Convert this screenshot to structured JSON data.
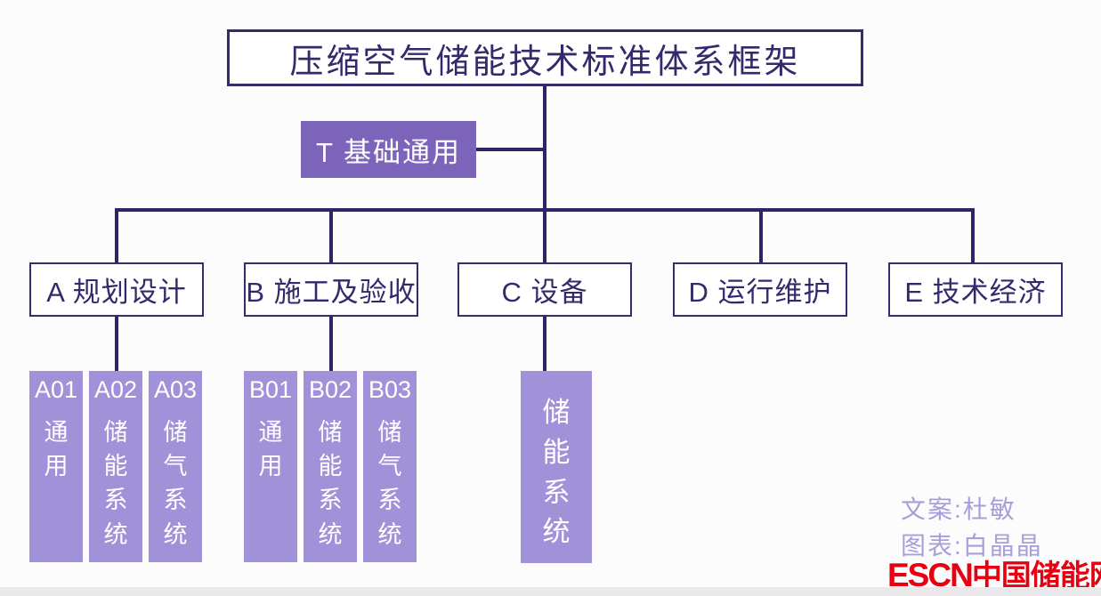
{
  "title": "压缩空气储能技术标准体系框架",
  "t_branch": {
    "label": "T 基础通用"
  },
  "categories": [
    {
      "label": "A 规划设计",
      "children": [
        {
          "code": "A01",
          "name": "通用"
        },
        {
          "code": "A02",
          "name": "储能系统"
        },
        {
          "code": "A03",
          "name": "储气系统"
        }
      ]
    },
    {
      "label": "B 施工及验收",
      "children": [
        {
          "code": "B01",
          "name": "通用"
        },
        {
          "code": "B02",
          "name": "储能系统"
        },
        {
          "code": "B03",
          "name": "储气系统"
        }
      ]
    },
    {
      "label": "C 设备",
      "children": [
        {
          "name": "储能系统"
        }
      ]
    },
    {
      "label": "D 运行维护",
      "children": []
    },
    {
      "label": "E 技术经济",
      "children": []
    }
  ],
  "credits": {
    "copywriter": "文案:杜敏",
    "chart_maker": "图表:白晶晶"
  },
  "logo": {
    "latin": "ESCN",
    "cjk": "中国储能网"
  },
  "colors": {
    "line": "#2e2566",
    "branch_fill": "#7b64ba",
    "leaf_fill": "#a091d8",
    "credit_text": "#a89ed9",
    "logo_red": "#e60012"
  }
}
